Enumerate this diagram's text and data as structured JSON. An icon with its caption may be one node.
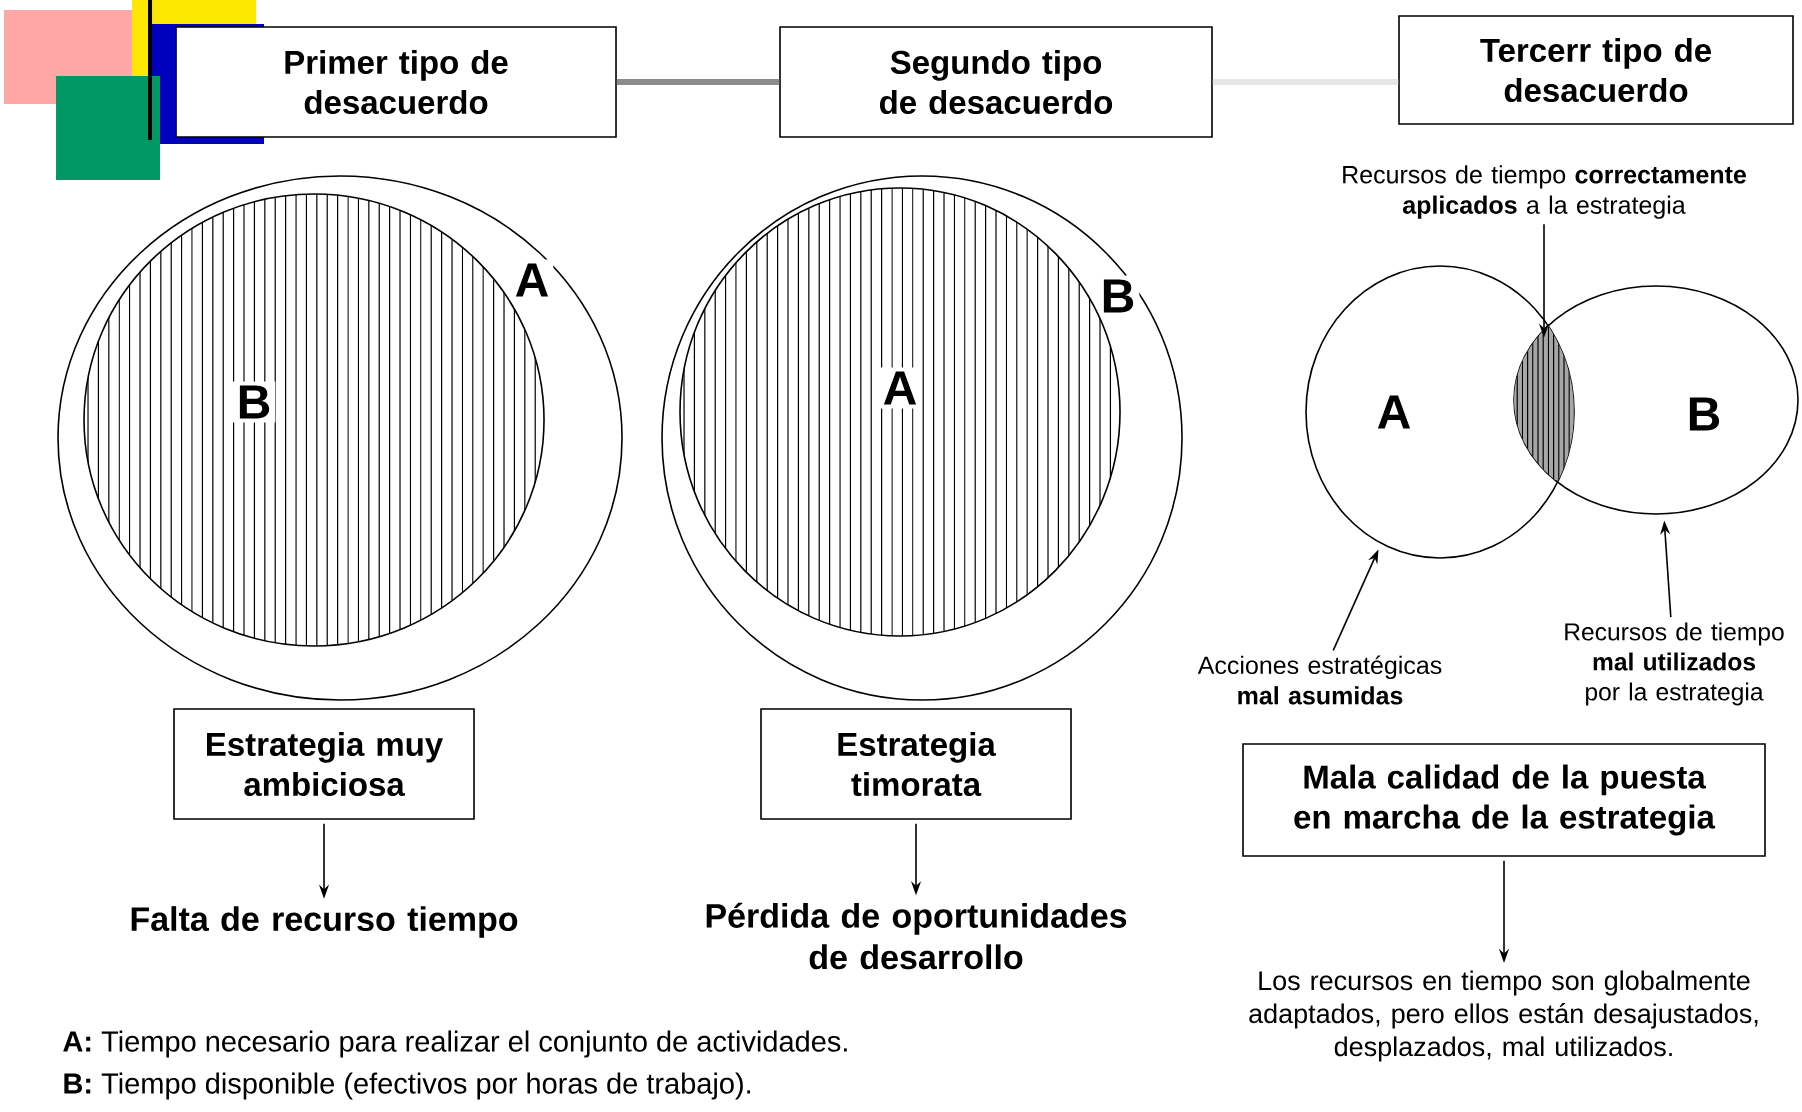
{
  "diagram": {
    "nodes": [
      {
        "text": [
          "Primer tipo de desacuerdo"
        ]
      },
      {
        "text": [
          "Segundo tipo de desacuerdo"
        ]
      },
      {
        "text": [
          "Tercerr tipo de desacuerdo"
        ]
      },
      {
        "text": [
          "A"
        ]
      },
      {
        "text": [
          "B"
        ],
        "in": 3
      },
      {
        "text": [
          "B"
        ]
      },
      {
        "text": [
          "A"
        ],
        "in": 5
      },
      {
        "text": [
          "A"
        ]
      },
      {
        "text": [
          "B"
        ]
      },
      {
        "text": [],
        "shape": "lens"
      },
      {
        "text": [
          "Recursos de tiempo **correctamente aplicados** a la estrategia"
        ]
      },
      {
        "text": [
          "Acciones estratégicas **mal asumidas**"
        ]
      },
      {
        "text": [
          "Recursos de tiempo **mal utilizados** por la estrategia"
        ]
      },
      {
        "text": [
          "Estrategia muy ambiciosa"
        ]
      },
      {
        "text": [
          "Falta de recurso tiempo"
        ]
      },
      {
        "text": [
          "Estrategia timorata"
        ]
      },
      {
        "text": [
          "Pérdida de oportunidades de desarrollo"
        ]
      },
      {
        "text": [
          "Mala calidad de la puesta en marcha de la estrategia"
        ]
      },
      {
        "text": [
          "Los recursos en tiempo son globalmente adaptados, pero ellos están desajustados, desplazados, mal utilizados."
        ]
      }
    ],
    "edges": [
      {
        "from": 0,
        "to": 1,
        "arrow": "none",
        "style": "thick",
        "color": "#8c8c8c"
      },
      {
        "from": 1,
        "to": 2,
        "arrow": "none",
        "style": "thick",
        "color": "#e6e6e6"
      },
      {
        "from": 10,
        "to": 9,
        "arrow": "to"
      },
      {
        "from": 11,
        "to": 7,
        "arrow": "to"
      },
      {
        "from": 12,
        "to": 8,
        "arrow": "to"
      },
      {
        "from": 13,
        "to": 14,
        "arrow": "to"
      },
      {
        "from": 15,
        "to": 16,
        "arrow": "to"
      },
      {
        "from": 17,
        "to": 18,
        "arrow": "to"
      }
    ],
    "labels": [
      "**A:** Tiempo necesario para realizar el conjunto de actividades.",
      "**B:** Tiempo disponible (efectivos por horas de trabajo)."
    ]
  }
}
